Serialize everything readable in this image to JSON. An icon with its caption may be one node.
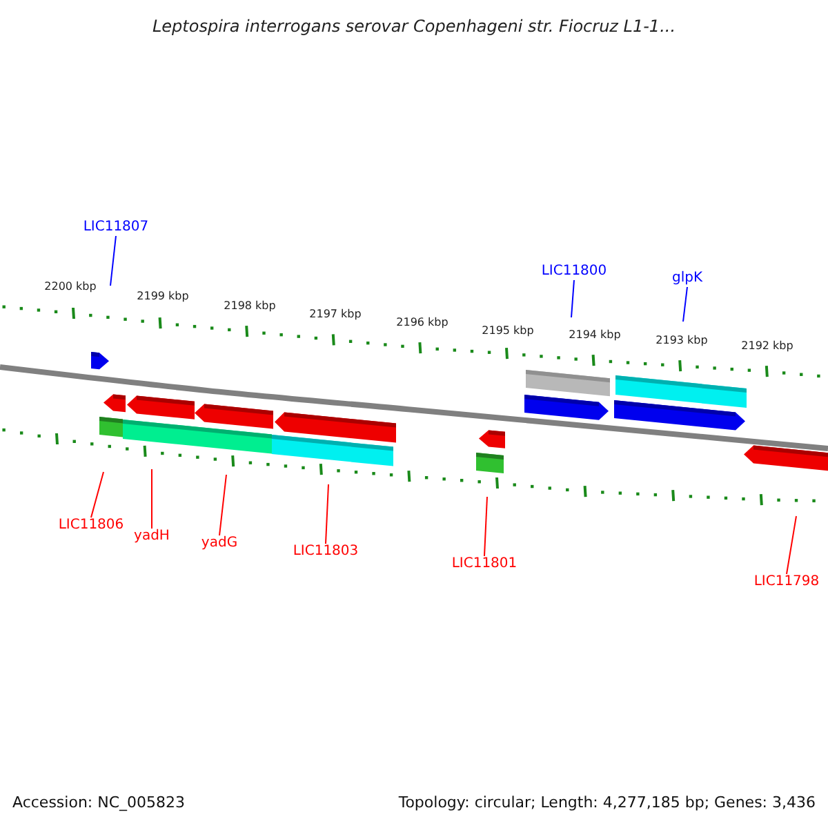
{
  "diagram": {
    "title": "Leptospira interrogans serovar Copenhageni str. Fiocruz L1-1...",
    "nodes": [
      {
        "text": [
          "LIC11807"
        ]
      },
      {
        "text": [
          "LIC11800"
        ]
      },
      {
        "text": [
          "glpK"
        ]
      },
      {
        "text": [
          "LIC11806"
        ]
      },
      {
        "text": [
          "yadH"
        ]
      },
      {
        "text": [
          "yadG"
        ]
      },
      {
        "text": [
          "LIC11803"
        ]
      },
      {
        "text": [
          "LIC11801"
        ]
      },
      {
        "text": [
          "LIC11798"
        ]
      }
    ],
    "edges": [
      {
        "from": 0,
        "to": null,
        "arrow": "none",
        "color": "#0000ff"
      },
      {
        "from": 1,
        "to": null,
        "arrow": "none",
        "color": "#0000ff"
      },
      {
        "from": 2,
        "to": null,
        "arrow": "none",
        "color": "#0000ff"
      },
      {
        "from": 3,
        "to": null,
        "arrow": "none"
      },
      {
        "from": 4,
        "to": null,
        "arrow": "none"
      },
      {
        "from": 5,
        "to": null,
        "arrow": "none"
      },
      {
        "from": 6,
        "to": null,
        "arrow": "none"
      },
      {
        "from": 7,
        "to": null,
        "arrow": "none"
      },
      {
        "from": 8,
        "to": null,
        "arrow": "none"
      }
    ],
    "labels": [
      "2200 kbp",
      "2199 kbp",
      "2198 kbp",
      "2197 kbp",
      "2196 kbp",
      "2195 kbp",
      "2194 kbp",
      "2193 kbp",
      "2192 kbp",
      "Accession: NC_005823",
      "Topology: circular; Length: 4,277,185 bp; Genes: 3,436"
    ]
  }
}
